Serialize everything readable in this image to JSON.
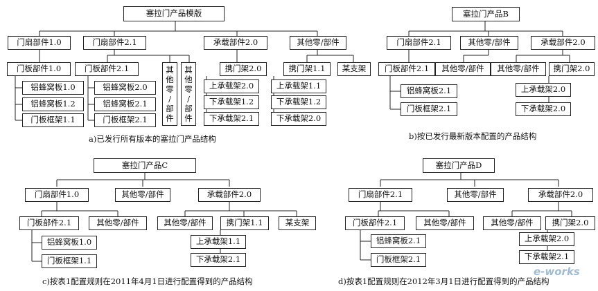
{
  "a": {
    "root": "塞拉门产品模版",
    "n1": "门扇部件1.0",
    "n2": "门扇部件2.1",
    "n3": "承载部件2.0",
    "n4": "其他零/部件",
    "n1a": "门板部件1.0",
    "n1a1": "铝蜂窝板1.0",
    "n1a2": "铝蜂窝板1.2",
    "n1a3": "门板框架1.1",
    "n2a": "门板部件2.1",
    "n2a1": "铝蜂窝板2.0",
    "n2a2": "铝蜂窝板2.1",
    "n2a3": "门板框架2.1",
    "v1": [
      "其",
      "他",
      "零",
      "/",
      "部",
      "件"
    ],
    "v2": [
      "其",
      "他",
      "零",
      "/",
      "部",
      "件"
    ],
    "n3a": "携门架2.0",
    "n3a1": "上承载架2.0",
    "n3a2": "下承载架1.2",
    "n3a3": "下承载架2.1",
    "n4a": "携门架1.1",
    "n4b": "某支架",
    "n4a1": "上承载架1.1",
    "n4a2": "下承载架1.2",
    "n4a3": "下承载架2.0",
    "caption": "a)已发行所有版本的塞拉门产品结构"
  },
  "b": {
    "root": "塞拉门产品B",
    "n1": "门扇部件2.1",
    "n2": "其他零/部件",
    "n3": "承载部件2.0",
    "n1a": "门板部件2.1",
    "n1a1": "铝蜂窝板2.1",
    "n1a2": "门板框架2.1",
    "n2a": "其他零/部件",
    "n3a": "其他零/部件",
    "n3b": "携门架2.0",
    "n3b1": "上承载架2.0",
    "n3b2": "下承载架2.0",
    "caption": "b)按已发行最新版本配置的产品结构"
  },
  "c": {
    "root": "塞拉门产品C",
    "n1": "门扇部件1.0",
    "n2": "其他零/部件",
    "n3": "承载部件2.0",
    "n1a": "门板部件2.1",
    "n1b": "其他零/部件",
    "n1a1": "铝蜂窝板1.0",
    "n1a2": "门板框架1.1",
    "n3a": "其他零/部件",
    "n3b": "携门架1.1",
    "n3c": "某支架",
    "n3b1": "上承载架1.1",
    "n3b2": "下承载架2.1",
    "caption": "c)按表1配置规则在2011年4月1日进行配置得到的产品结构"
  },
  "d": {
    "root": "塞拉门产品D",
    "n1": "门扇部件2.1",
    "n2": "其他零/部件",
    "n3": "承载部件2.0",
    "n1a": "门板部件2.1",
    "n1b": "其他零/部件",
    "n1a1": "铝蜂窝板2.1",
    "n1a2": "门板框架2.1",
    "n3a": "其他零/部件",
    "n3b": "携门架2.0",
    "n3b1": "上承载架2.0",
    "n3b2": "下承载架2.1",
    "caption": "d)按表1配置规则在2012年3月1日进行配置得到的产品结构"
  },
  "watermark": "e-works"
}
